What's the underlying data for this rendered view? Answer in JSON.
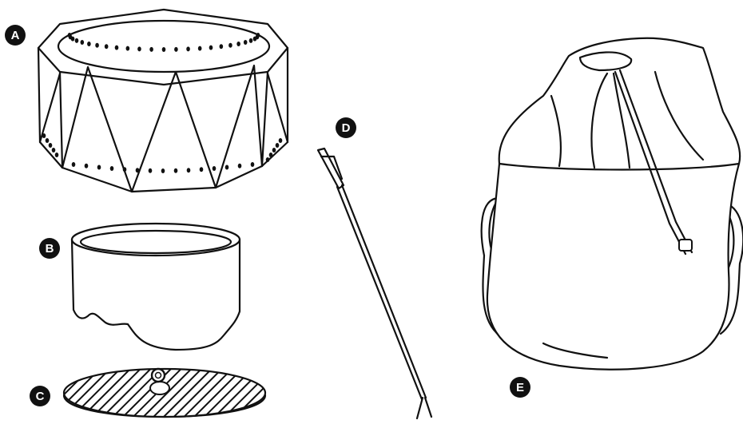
{
  "labels": {
    "a": "A",
    "b": "B",
    "c": "C",
    "d": "D",
    "e": "E"
  },
  "colors": {
    "line": "#111111",
    "label_bg": "#111111",
    "label_text": "#ffffff",
    "background": "#ffffff"
  }
}
